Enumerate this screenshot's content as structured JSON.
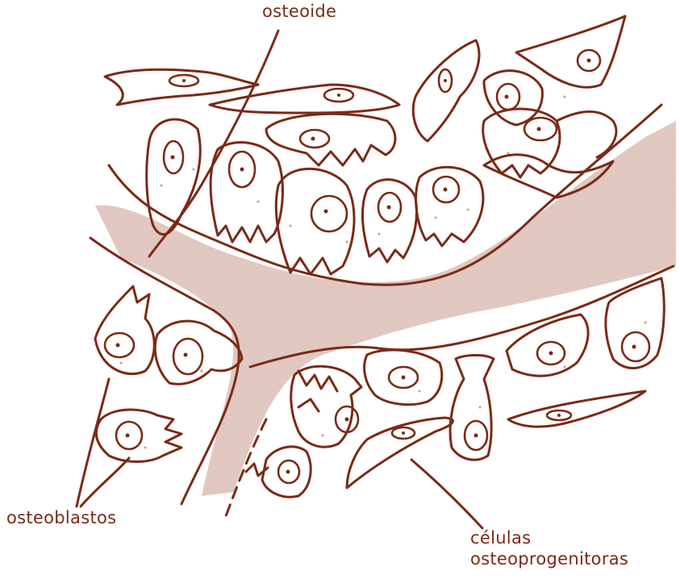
{
  "labels": {
    "osteoide": "osteoide",
    "osteoblastos": "osteoblastos",
    "celulas_line1": "células",
    "celulas_line2": "osteoprogenitoras"
  },
  "colors": {
    "ink": "#7a2a17",
    "matrix": "#c9a196",
    "background": "#ffffff"
  }
}
